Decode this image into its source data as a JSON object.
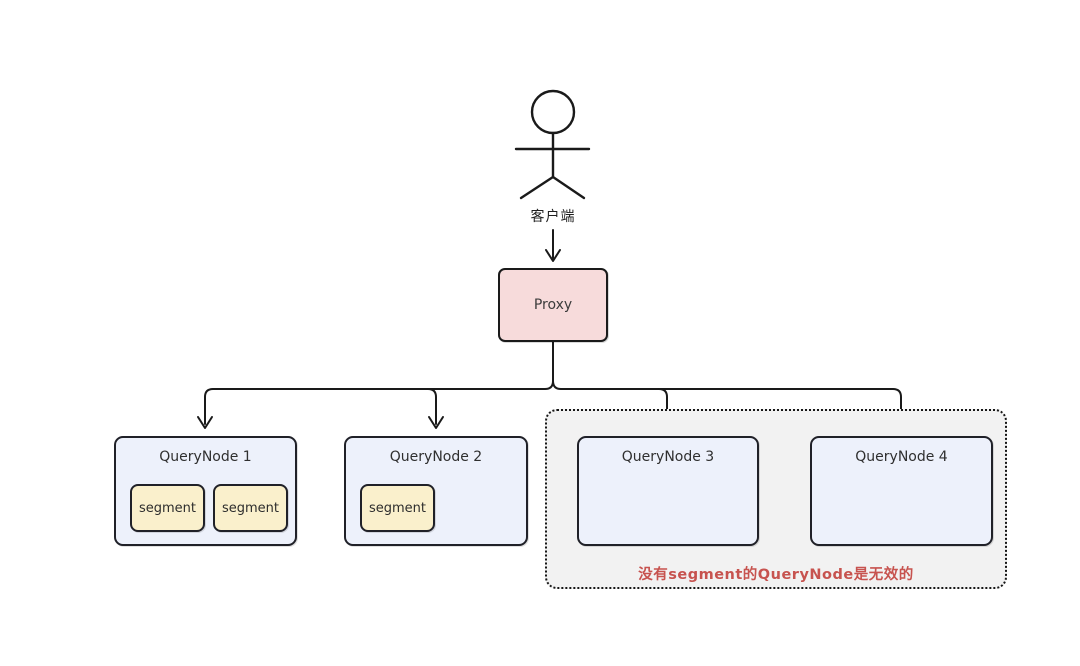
{
  "actor": {
    "label": "客户端",
    "icon": "person-icon"
  },
  "proxy": {
    "label": "Proxy"
  },
  "query_nodes": [
    {
      "title": "QueryNode 1",
      "segments": [
        "segment",
        "segment"
      ]
    },
    {
      "title": "QueryNode 2",
      "segments": [
        "segment"
      ]
    },
    {
      "title": "QueryNode 3",
      "segments": []
    },
    {
      "title": "QueryNode 4",
      "segments": []
    }
  ],
  "invalid_group": {
    "note": "没有segment的QueryNode是无效的"
  },
  "colors": {
    "line": "#1a1a1a",
    "proxy_fill": "#f7dbdb",
    "node_fill": "#edf1fb",
    "segment_fill": "#faf0cc",
    "group_fill": "#f2f2f2",
    "note_text": "#c7534f"
  }
}
